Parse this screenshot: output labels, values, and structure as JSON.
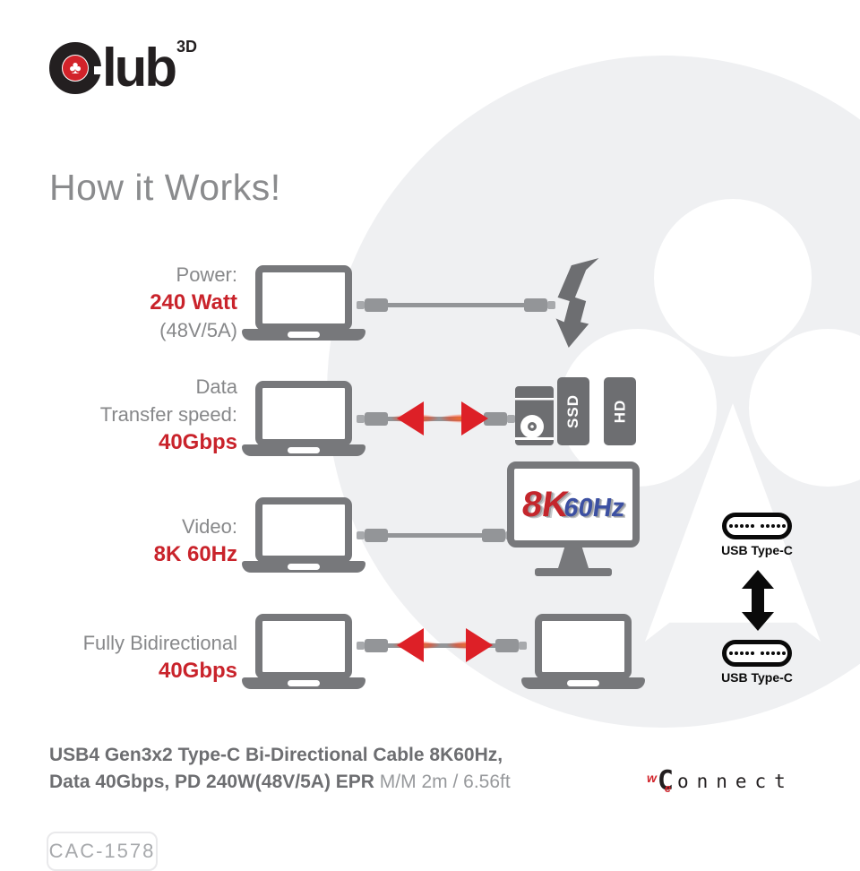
{
  "logo": {
    "c_club_glyph": "♣",
    "word_rest": "lub",
    "sup": "3D"
  },
  "heading": "How it Works!",
  "rows": {
    "power": {
      "label": "Power:",
      "value": "240 Watt",
      "detail": "(48V/5A)"
    },
    "data": {
      "label_line1": "Data",
      "label_line2": "Transfer speed:",
      "value": "40Gbps"
    },
    "video": {
      "label": "Video:",
      "value": "8K 60Hz"
    },
    "bidir": {
      "label": "Fully Bidirectional",
      "value": "40Gbps"
    }
  },
  "monitor_screen": {
    "res": "8K",
    "rate": "60Hz"
  },
  "drives": {
    "ssd": "SSD",
    "hd": "HD"
  },
  "usb": {
    "top_label": "USB Type-C",
    "bottom_label": "USB Type-C"
  },
  "footer": {
    "line1": "USB4 Gen3x2 Type-C Bi-Directional Cable 8K60Hz,",
    "line2_bold": "Data 40Gbps, PD 240W(48V/5A) EPR",
    "line2_light": " M/M 2m / 6.56ft",
    "sku": "CAC-1578",
    "weconnect": {
      "w": "w",
      "c": "C",
      "e": "e",
      "rest": "onnect"
    }
  },
  "colors": {
    "brand_red": "#d2232a",
    "value_red": "#c9232b",
    "arrow_red": "#dd2027",
    "gray_text": "#87888a",
    "dark_gray": "#6d6e71",
    "device_gray": "#77787b",
    "cable_gray": "#939598",
    "watermark_gray": "#eff0f2",
    "rate_blue": "#3c50a2"
  }
}
